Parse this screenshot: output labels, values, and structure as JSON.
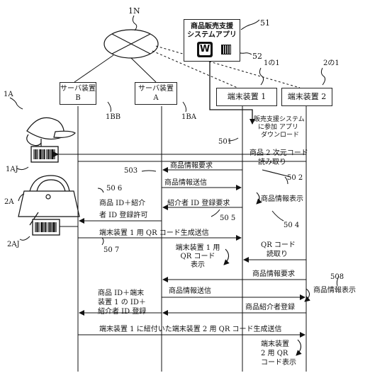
{
  "network_label": "1N",
  "app_box": {
    "line1": "商品販売支援",
    "line2": "システムアプリ",
    "icon_letter": "W",
    "ref": "51",
    "qr_ref": "52"
  },
  "nodes": {
    "server_b": {
      "line1": "サーバ装置",
      "line2": "B",
      "ref": "1BB"
    },
    "server_a": {
      "line1": "サーバ装置",
      "line2": "A",
      "ref": "1BA"
    },
    "terminal1": {
      "label": "端末装置 1",
      "ref": "1の1"
    },
    "terminal2": {
      "label": "端末装置 2",
      "ref": "2の1"
    }
  },
  "products": {
    "hat": {
      "ref": "1A",
      "tag_ref": "1AJ"
    },
    "bag": {
      "ref": "2A",
      "tag_ref": "2AJ"
    }
  },
  "steps": {
    "s501": {
      "ref": "501",
      "line1": "販売支援システム",
      "line2": "に参加 アプリ",
      "line3": "ダウンロード"
    },
    "s502": {
      "line1": "商品 2 次元コード",
      "line2": "読み取り",
      "ref": "50 2"
    },
    "s503": {
      "ref": "503",
      "label": "商品情報要求"
    },
    "s_info_send1": {
      "label": "商品情報送信"
    },
    "s_display1": {
      "label": "商品情報表示"
    },
    "s506": {
      "ref": "50 6",
      "line1": "商品 ID＋紹介",
      "line2": "者 ID 登録許可"
    },
    "s505": {
      "label": "紹介者 ID 登録要求",
      "ref": "50 5"
    },
    "s504": {
      "ref": "50 4"
    },
    "s507": {
      "label": "端末装置 1 用 QR コード生成送信",
      "ref": "50 7"
    },
    "s_qr_display": {
      "line1": "端末装置 1 用",
      "line2": "QR コード",
      "line3": "表示"
    },
    "s_qr_read": {
      "line1": "QR コード",
      "line2": "読取り"
    },
    "s_info_req2": {
      "label": "商品情報要求"
    },
    "s508": {
      "ref": "508",
      "label": "商品情報表示"
    },
    "s_info_send2": {
      "label": "商品情報送信"
    },
    "s_register": {
      "line1": "商品 ID＋端末",
      "line2": "装置 1 の ID＋",
      "line3": "紹介者 ID 登録"
    },
    "s_introducer": {
      "label": "商品紹介者登録"
    },
    "s_qr2_send": {
      "label": "端末装置 1 に紐付いた端末装置 2 用 QR コード生成送信"
    },
    "s_qr2_display": {
      "line1": "端末装置",
      "line2": "2 用 QR",
      "line3": "コード表示"
    }
  }
}
